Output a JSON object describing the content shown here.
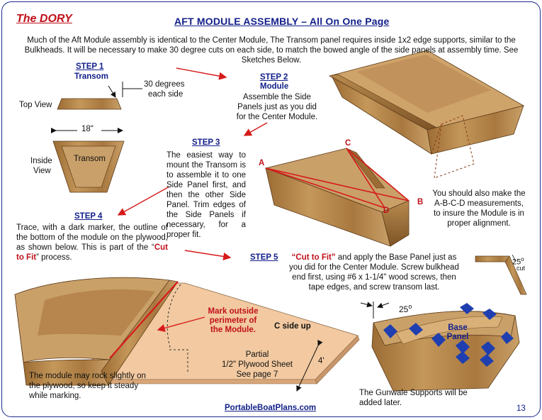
{
  "header": {
    "brand": "The DORY",
    "title": "AFT  MODULE  ASSEMBLY – All On One Page"
  },
  "intro": "Much of the Aft Module assembly is identical to the Center Module, The Transom panel requires inside 1x2 edge supports, similar to the Bulkheads.  It will be necessary to make 30 degree cuts on each side, to match the bowed angle of the side panels at assembly time. See Sketches Below.",
  "step1": {
    "heading": "STEP 1",
    "name": "Transom",
    "angle_label_1": "30 degrees",
    "angle_label_2": "each side",
    "top_view": "Top View",
    "width": "18\"",
    "inside_view_1": "Inside",
    "inside_view_2": "View",
    "panel_label": "Transom"
  },
  "step2": {
    "heading": "STEP 2",
    "name": "Module",
    "text": "Assemble the Side Panels just as you did for the Center Module."
  },
  "step3": {
    "heading": "STEP 3",
    "text": "The easiest way to mount the Transom is to assemble it to one Side Panel first, and then the other Side Panel.  Trim edges of the Side Panels if necessary, for a proper fit.",
    "point_a": "A",
    "point_b": "B",
    "point_c": "C",
    "point_d": "D",
    "note": "You should also make the A-B-C-D measurements, to insure the Module is in proper alignment."
  },
  "step4": {
    "heading": "STEP 4",
    "text_before": "Trace, with a dark marker, the outline of the bottom of the module on the plywood, as shown below.  This is part of the “",
    "highlight": "Cut to Fit",
    "text_after": "” process.",
    "mark_label_1": "Mark outside",
    "mark_label_2": "perimeter of",
    "mark_label_3": "the Module.",
    "side_label": "C side up",
    "sheet_1": "Partial",
    "sheet_2": "1/2\" Plywood Sheet",
    "sheet_3": "See page 7",
    "dimension": "4'",
    "rock_note": "The module may rock slightly on the plywood, so keep it steady while marking."
  },
  "step5": {
    "heading": "STEP 5",
    "highlight": "“Cut to Fit”",
    "text": " and apply the Base Panel just as you did for the Center Module. Screw bulkhead end first, using #6 x 1-1/4\" wood screws, then tape edges, and screw transom last.",
    "angle": "25",
    "cut_angle": "25",
    "cut_label": "cut",
    "base_panel_1": "Base",
    "base_panel_2": "Panel",
    "gunwale_note": "The Gunwale Supports will be added later."
  },
  "footer": {
    "link": "PortableBoatPlans.com",
    "page": "13"
  },
  "colors": {
    "brand_red": "#c0101a",
    "heading_blue": "#13208a",
    "wood": "#b88a4e",
    "wood_dark": "#8a5e2c",
    "plywood": "#f2c9a0",
    "tape_blue": "#1f3fb0",
    "arrow_red": "#d61a1a"
  }
}
